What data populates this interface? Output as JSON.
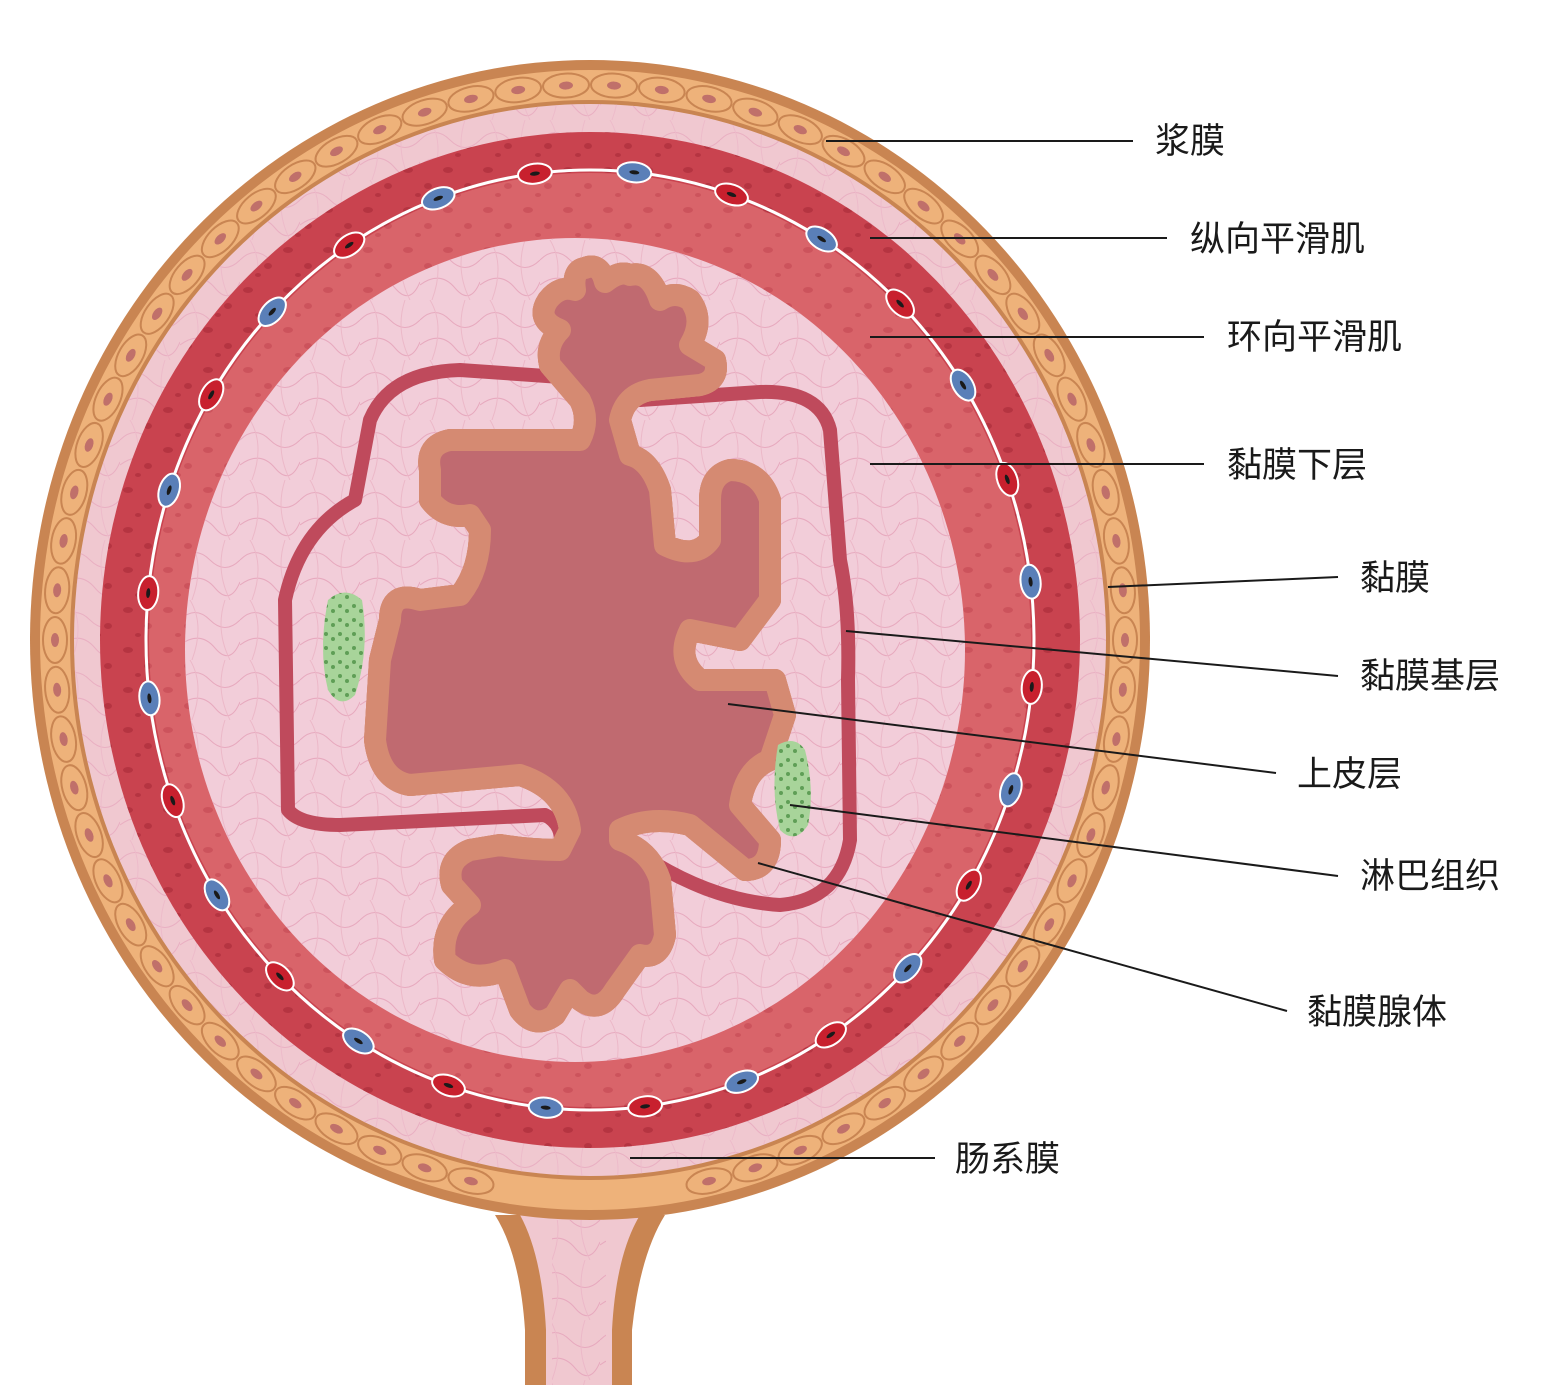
{
  "labels": {
    "serosa": "浆膜",
    "longitudinal_muscle": "纵向平滑肌",
    "circular_muscle": "环向平滑肌",
    "submucosa": "黏膜下层",
    "mucosa": "黏膜",
    "muscularis_mucosae": "黏膜基层",
    "epithelium": "上皮层",
    "lymphoid_tissue": "淋巴组织",
    "mucosal_glands": "黏膜腺体",
    "mesentery": "肠系膜"
  },
  "colors": {
    "serosa_outer": "#c98552",
    "serosa_cell": "#eeb27a",
    "serosa_nucleus": "#c0706a",
    "connective": "#f0c8d0",
    "longitudinal_muscle": "#c9434f",
    "circular_muscle": "#d9646a",
    "submucosa": "#f2cdd9",
    "muscularis_mucosae": "#bf4a5c",
    "lumen": "#c06a70",
    "epithelium": "#f5c49a",
    "epithelium_edge": "#d58a72",
    "lymphoid": "#a8d49a",
    "lymphoid_dot": "#5f9e56",
    "artery": "#c8202e",
    "vein": "#5a7fb8"
  }
}
